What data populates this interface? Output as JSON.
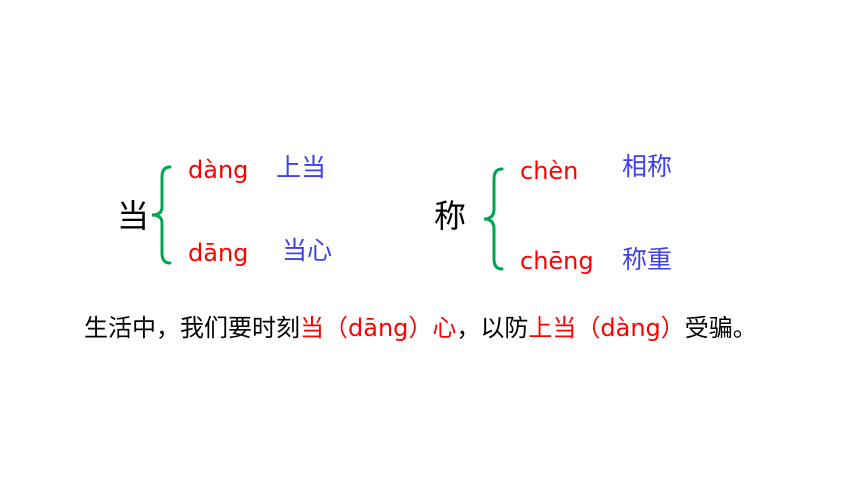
{
  "colors": {
    "red": "#ff0000",
    "blue": "#4040ee",
    "green": "#00a651",
    "black": "#000000"
  },
  "groups": [
    {
      "char": "当",
      "readings": [
        {
          "pinyin": "dàng",
          "word": "上当"
        },
        {
          "pinyin": "dāng",
          "word": "当心"
        }
      ]
    },
    {
      "char": "称",
      "readings": [
        {
          "pinyin": "chèn",
          "word": "相称"
        },
        {
          "pinyin": "chēng",
          "word": "称重"
        }
      ]
    }
  ],
  "sentence": {
    "part1": "生活中，我们要时刻",
    "part2": "当（dāng）心",
    "part3": "，以防",
    "part4": "上当（dàng）",
    "part5": "受骗。"
  }
}
